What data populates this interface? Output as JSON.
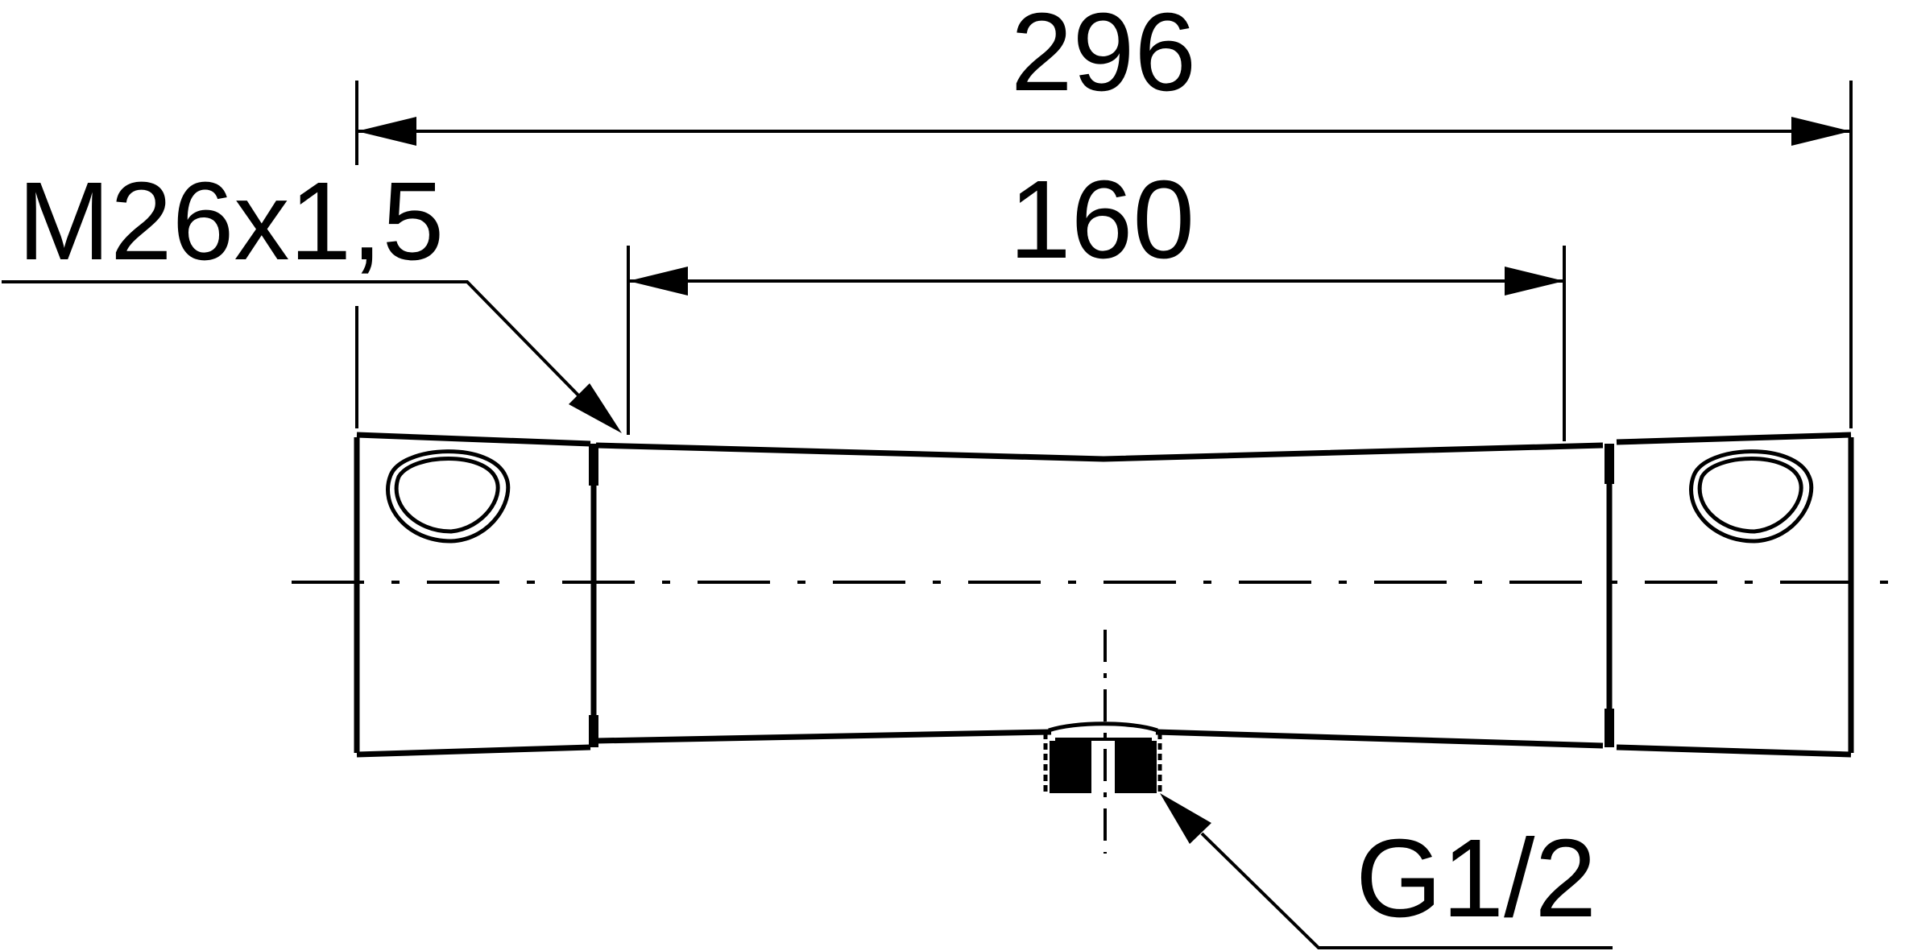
{
  "dimensions": {
    "overall_length": "296",
    "port_spacing": "160"
  },
  "callouts": {
    "inlet_thread": "M26x1,5",
    "outlet_thread": "G1/2"
  },
  "colors": {
    "ink": "#000000",
    "background": "#ffffff"
  }
}
